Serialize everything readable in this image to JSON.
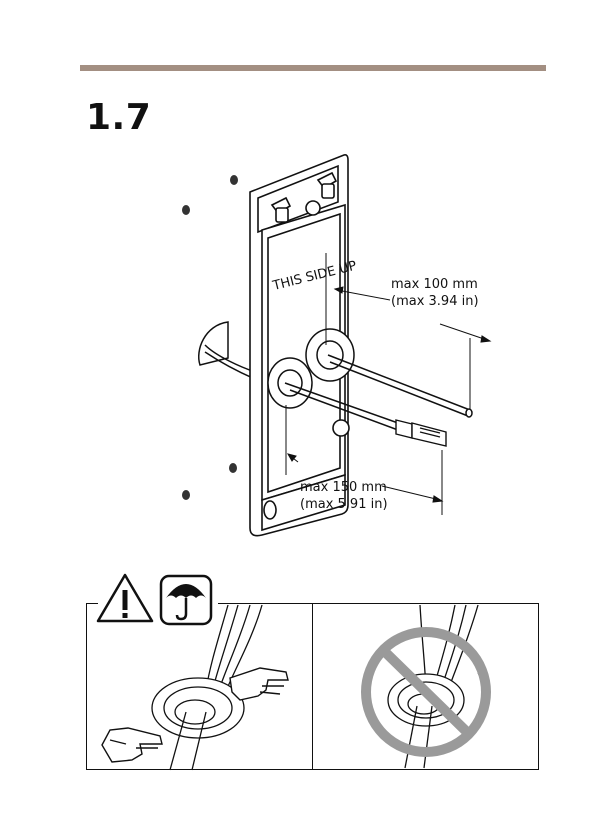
{
  "page": {
    "step_number": "1.7",
    "rule_color": "#a38f82"
  },
  "diagram": {
    "plate_label": "THIS SIDE UP",
    "dim_vertical": {
      "line1": "max 100 mm",
      "line2": "(max 3.94 in)"
    },
    "dim_horizontal": {
      "line1": "max 150 mm",
      "line2": "(max 5.91 in)"
    }
  },
  "panels": {
    "warning_icon": "warning-triangle-icon",
    "weather_icon": "umbrella-icon",
    "prohibited_icon": "prohibited-circle-icon",
    "prohibited_color": "#9a9a9a"
  }
}
